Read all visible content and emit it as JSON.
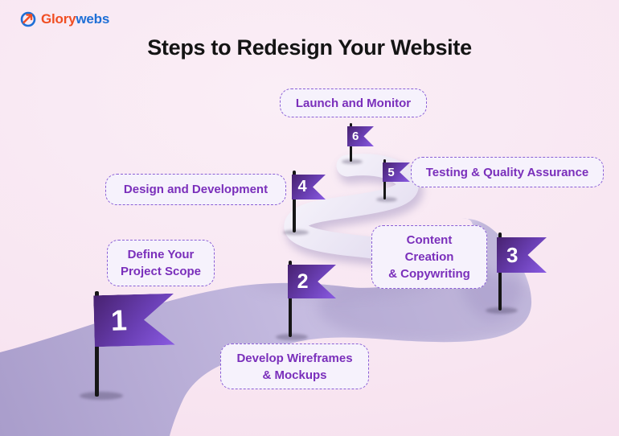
{
  "logo": {
    "icon": "glorywebs-logo-icon",
    "name_primary": "Glory",
    "name_secondary": "webs"
  },
  "title": "Steps to Redesign Your Website",
  "steps": [
    {
      "number": "1",
      "lines": [
        "Define Your",
        "Project Scope"
      ]
    },
    {
      "number": "2",
      "lines": [
        "Develop Wireframes",
        "& Mockups"
      ]
    },
    {
      "number": "3",
      "lines": [
        "Content",
        "Creation",
        "& Copywriting"
      ]
    },
    {
      "number": "4",
      "lines": [
        "Design and Development"
      ]
    },
    {
      "number": "5",
      "lines": [
        "Testing & Quality Assurance"
      ]
    },
    {
      "number": "6",
      "lines": [
        "Launch and Monitor"
      ]
    }
  ],
  "colors": {
    "background_pink": "#f8e5f1",
    "road_dark": "#afa3ce",
    "road_light": "#efecf6",
    "flag_gradient_start": "#47216f",
    "flag_gradient_end": "#8a5be2",
    "box_border": "#8a5fd6",
    "box_text": "#7a2fbb",
    "logo_orange": "#f04e23",
    "logo_blue": "#1e6fd6",
    "title_color": "#141414"
  }
}
